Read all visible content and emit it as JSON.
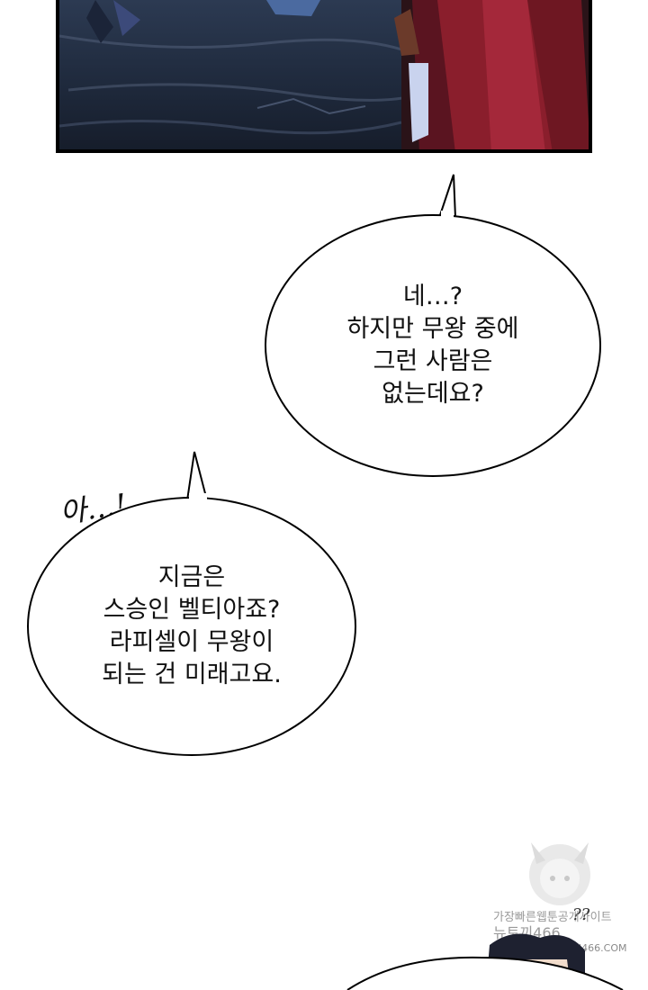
{
  "bubbles": [
    {
      "lines": [
        "네…?",
        "하지만 무왕 중에",
        "그런 사람은",
        "없는데요?"
      ]
    },
    {
      "lines": [
        "지금은",
        "스승인 벨티아죠?",
        "라피셀이 무왕이",
        "되는 건 미래고요."
      ]
    }
  ],
  "sfx": "아…!",
  "marks": "??",
  "watermark": {
    "line1": "가장빠른웹툰공개사이트",
    "line2": "뉴토끼466",
    "line3": "HTTPS://NEWTOKI466.COM"
  }
}
